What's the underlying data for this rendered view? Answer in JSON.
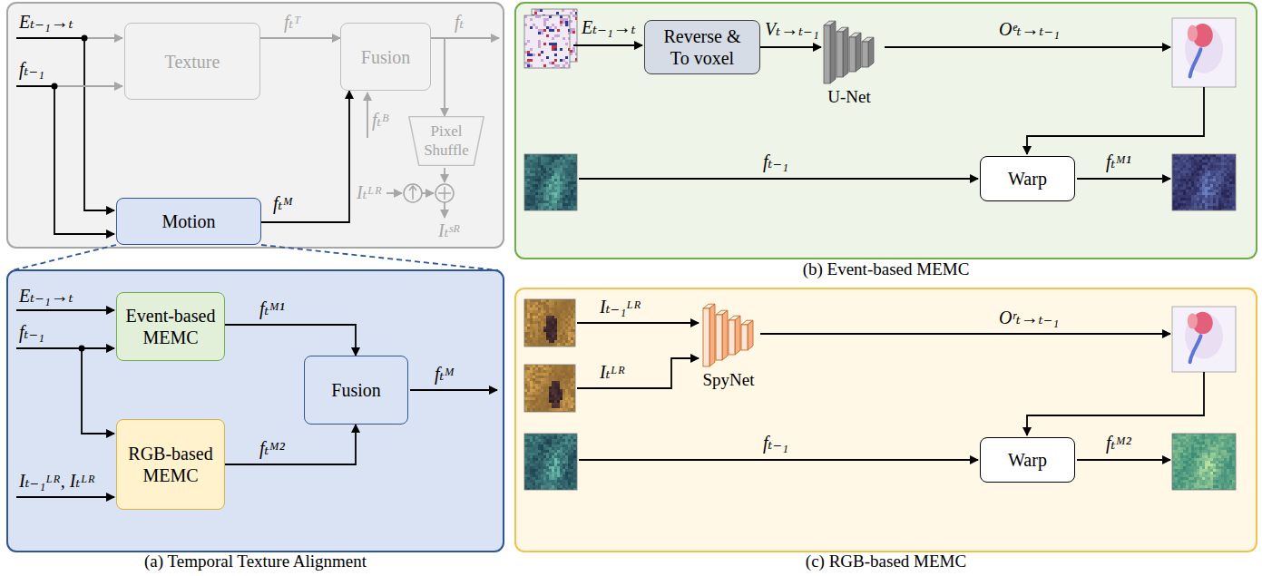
{
  "diagram": {
    "nodes": [
      {
        "text": [
          "Texture"
        ]
      },
      {
        "text": [
          "Fusion"
        ]
      },
      {
        "text": [
          "Pixel Shuffle"
        ]
      },
      {
        "text": [
          "Motion"
        ]
      },
      {
        "text": [
          "Event-based MEMC"
        ]
      },
      {
        "text": [
          "RGB-based MEMC"
        ]
      },
      {
        "text": [
          "Fusion"
        ]
      },
      {
        "text": [
          "Reverse & To voxel"
        ]
      },
      {
        "text": [
          "U-Net"
        ]
      },
      {
        "text": [
          "Warp"
        ]
      },
      {
        "text": [
          "SpyNet"
        ]
      },
      {
        "text": [
          "Warp"
        ]
      }
    ],
    "edges": [
      {
        "from": 0,
        "to": 1,
        "arrow": "to",
        "label": "fₜᵀ"
      },
      {
        "from": 3,
        "to": 1,
        "arrow": "to",
        "label": "fₜᴹ"
      },
      {
        "from": 1,
        "to": 2,
        "arrow": "to",
        "label": "fₜ"
      },
      {
        "from": 4,
        "to": 6,
        "arrow": "to",
        "label": "fₜᴹ¹"
      },
      {
        "from": 5,
        "to": 6,
        "arrow": "to",
        "label": "fₜᴹ²"
      },
      {
        "from": 7,
        "to": 8,
        "arrow": "to",
        "label": "Vₜ→ₜ₋₁"
      }
    ],
    "labels": [
      "Eₜ₋₁→ₜ",
      "fₜ₋₁",
      "fₜᴮ",
      "Iₜᴸᴿ",
      "Iₜˢᴿ",
      "Eₜ₋₁→ₜ",
      "fₜ₋₁",
      "Iₜ₋₁ᴸᴿ, Iₜᴸᴿ",
      "fₜᴹ",
      "(a) Temporal Texture Alignment",
      "Eₜ₋₁→ₜ",
      "Oᵉₜ→ₜ₋₁",
      "fₜ₋₁",
      "fₜᴹ¹",
      "(b) Event-based MEMC",
      "Iₜ₋₁ᴸᴿ",
      "Iₜᴸᴿ",
      "Oʳₜ→ₜ₋₁",
      "fₜ₋₁",
      "fₜᴹ²",
      "(c) RGB-based MEMC"
    ]
  }
}
